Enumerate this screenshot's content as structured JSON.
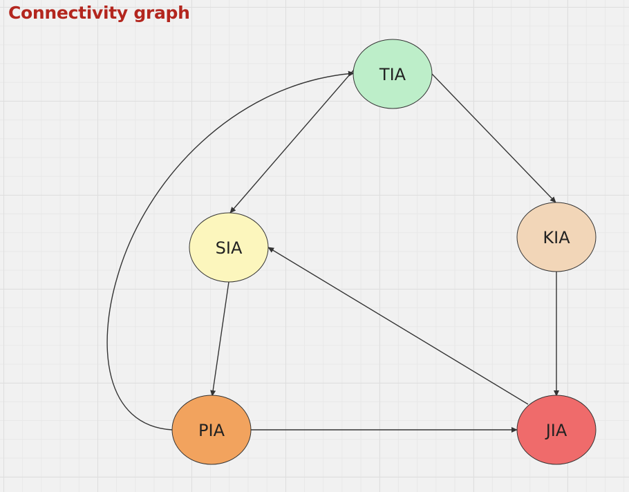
{
  "title": "Connectivity graph",
  "colors": {
    "title": "#b3261e",
    "edge": "#333333",
    "tia": "#bdeec9",
    "kia": "#f2d6b8",
    "sia": "#fcf6bd",
    "pia": "#f2a35e",
    "jia": "#ef6b6b"
  },
  "nodes": [
    {
      "id": "tia",
      "label": "TIA"
    },
    {
      "id": "kia",
      "label": "KIA"
    },
    {
      "id": "sia",
      "label": "SIA"
    },
    {
      "id": "pia",
      "label": "PIA"
    },
    {
      "id": "jia",
      "label": "JIA"
    }
  ],
  "edges": [
    {
      "from": "tia",
      "to": "kia"
    },
    {
      "from": "tia",
      "to": "sia"
    },
    {
      "from": "kia",
      "to": "jia"
    },
    {
      "from": "sia",
      "to": "pia"
    },
    {
      "from": "jia",
      "to": "sia"
    },
    {
      "from": "pia",
      "to": "jia"
    },
    {
      "from": "pia",
      "to": "tia"
    }
  ]
}
